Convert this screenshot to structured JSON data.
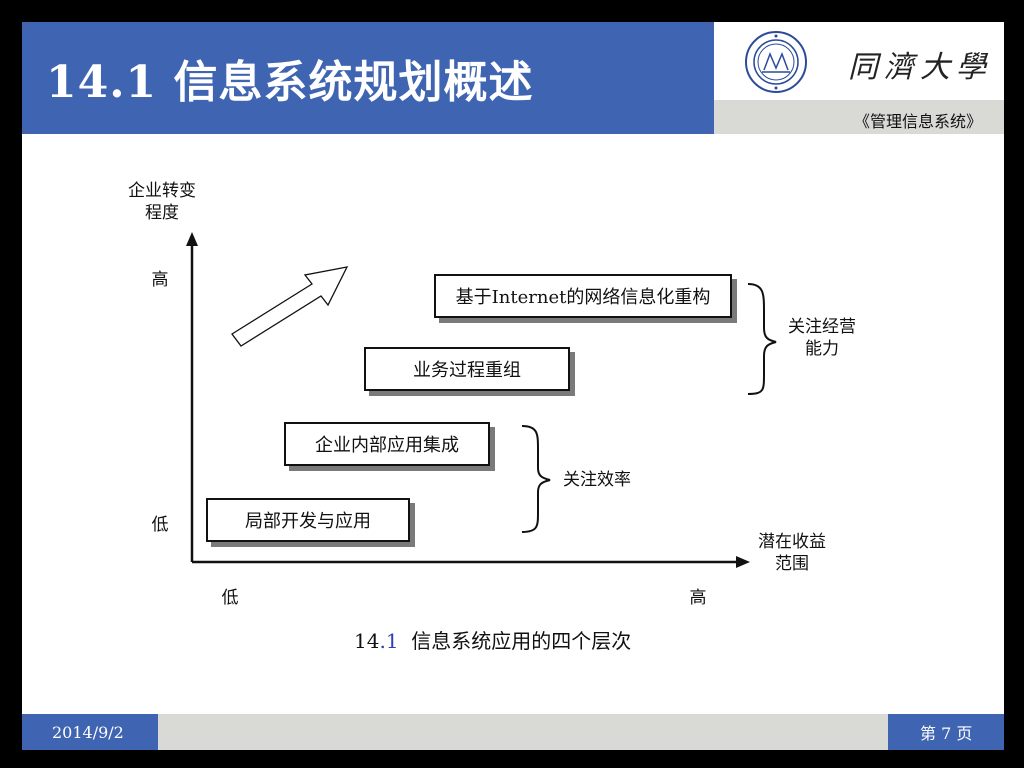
{
  "header": {
    "title": "14.1 信息系统规划概述",
    "university": "同濟大學",
    "course": "《管理信息系统》"
  },
  "figure": {
    "y_axis_label_line1": "企业转变",
    "y_axis_label_line2": "程度",
    "y_high": "高",
    "y_low": "低",
    "x_axis_label_line1": "潜在收益",
    "x_axis_label_line2": "范围",
    "x_low": "低",
    "x_high": "高",
    "levels": [
      "局部开发与应用",
      "企业内部应用集成",
      "业务过程重组",
      "基于Internet的网络信息化重构"
    ],
    "brace_top_line1": "关注经营",
    "brace_top_line2": "能力",
    "brace_bottom": "关注效率",
    "caption_num_a": "14",
    "caption_num_b": "1",
    "caption_text": "信息系统应用的四个层次"
  },
  "footer": {
    "date": "2014/9/2",
    "page": "第 7 页"
  },
  "colors": {
    "title_bar": "#3f64b2",
    "gray_bar": "#d9dad6"
  }
}
